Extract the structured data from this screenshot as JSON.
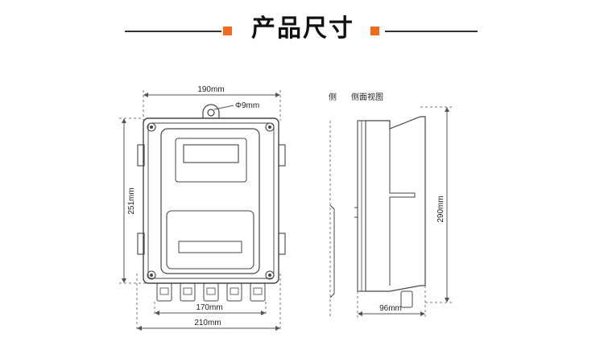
{
  "header": {
    "title": "产品尺寸",
    "accent_color": "#f26a1b",
    "line_color": "#333333"
  },
  "front_view": {
    "dims": {
      "top_width": "190mm",
      "hole": "Φ9mm",
      "height": "251mm",
      "bottom_inner": "170mm",
      "bottom_outer": "210mm"
    }
  },
  "side_view": {
    "label_prefix": "侧",
    "label": "侧面视图",
    "dims": {
      "height": "290mm",
      "depth": "96mm"
    }
  }
}
